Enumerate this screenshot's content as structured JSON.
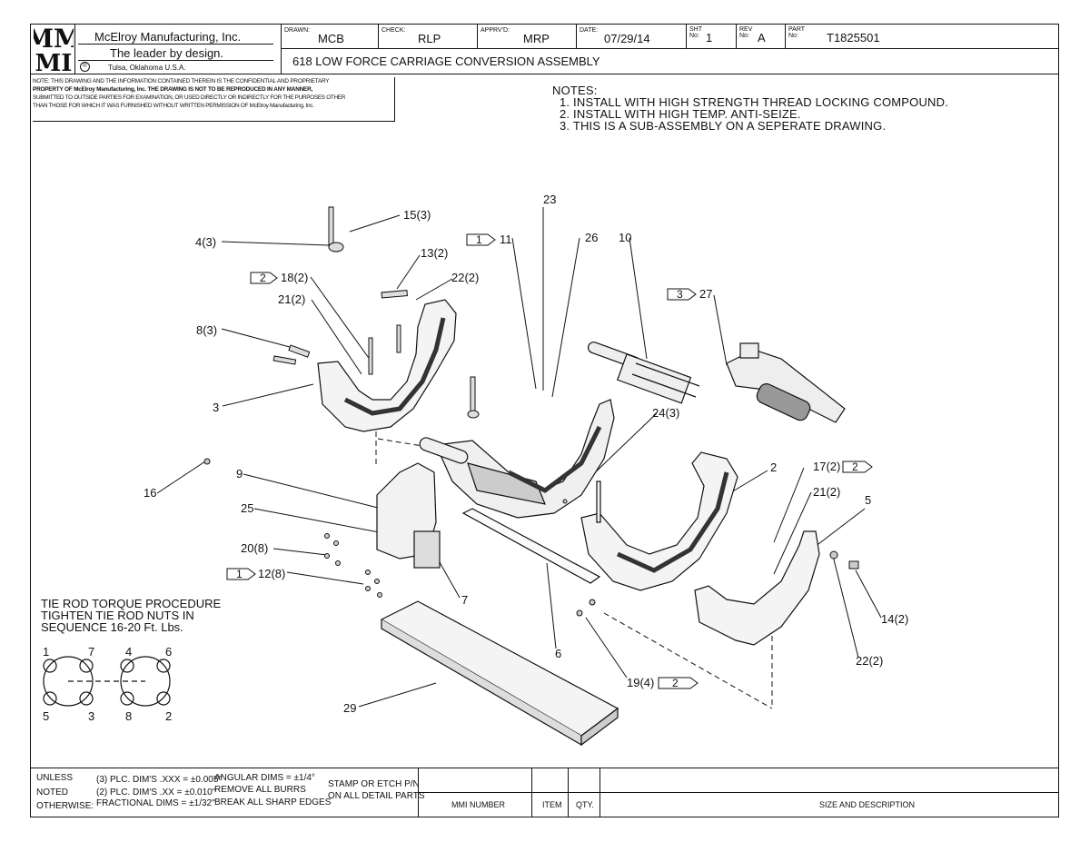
{
  "company": {
    "logo_text_top": "MM",
    "logo_text_bottom": "MI",
    "name": "McElroy Manufacturing, Inc.",
    "tagline": "The leader by design.",
    "location": "Tulsa, Oklahoma U.S.A."
  },
  "title_block": {
    "drawn_label": "DRAWN:",
    "drawn_value": "MCB",
    "check_label": "CHECK:",
    "check_value": "RLP",
    "apprvd_label": "APPRV'D:",
    "apprvd_value": "MRP",
    "date_label": "DATE:",
    "date_value": "07/29/14",
    "sht_label_1": "SHT",
    "sht_label_2": "No:",
    "sht_value": "1",
    "rev_label_1": "REV",
    "rev_label_2": "No:",
    "rev_value": "A",
    "part_label_1": "PART",
    "part_label_2": "No:",
    "part_value": "T1825501",
    "drawing_title": "618 LOW FORCE CARRIAGE CONVERSION ASSEMBLY"
  },
  "proprietary_notice": [
    "NOTE: THIS DRAWING AND THE INFORMATION CONTAINED THEREIN IS THE CONFIDENTIAL AND PROPRIETARY",
    "PROPERTY OF McElroy Manufacturing, Inc. THE DRAWING IS NOT TO BE REPRODUCED IN ANY MANNER,",
    "SUBMITTED TO OUTSIDE PARTIES FOR EXAMINATION, OR USED DIRECTLY OR INDIRECTLY FOR THE PURPOSES OTHER",
    "THAN THOSE FOR WHICH IT WAS FURNISHED WITHOUT WRITTEN PERMISSION OF McElroy Manufacturing, Inc."
  ],
  "notes": {
    "heading": "NOTES:",
    "items": [
      "1.  INSTALL WITH HIGH STRENGTH THREAD LOCKING COMPOUND.",
      "2.  INSTALL WITH HIGH TEMP. ANTI-SEIZE.",
      "3.  THIS IS A SUB-ASSEMBLY ON A SEPERATE DRAWING."
    ]
  },
  "callouts": {
    "c15": "15(3)",
    "c4": "4(3)",
    "c11": "11",
    "c23": "23",
    "c26": "26",
    "c10": "10",
    "c13": "13(2)",
    "c22a": "22(2)",
    "c18": "18(2)",
    "c21a": "21(2)",
    "c27": "27",
    "c8": "8(3)",
    "c3": "3",
    "c24": "24(3)",
    "c2": "2",
    "c17": "17(2)",
    "c21b": "21(2)",
    "c5": "5",
    "c16": "16",
    "c9": "9",
    "c25": "25",
    "c20": "20(8)",
    "c12": "12(8)",
    "c7": "7",
    "c6": "6",
    "c14": "14(2)",
    "c22b": "22(2)",
    "c19": "19(4)",
    "c29": "29"
  },
  "tags": {
    "t11": "1",
    "t18": "2",
    "t27": "3",
    "t17": "2",
    "t12": "1",
    "t19": "2"
  },
  "torque": {
    "line1": "TIE ROD TORQUE PROCEDURE",
    "line2": "TIGHTEN TIE ROD NUTS IN",
    "line3": "SEQUENCE 16-20 Ft. Lbs.",
    "n1": "1",
    "n7": "7",
    "n4": "4",
    "n6": "6",
    "n5": "5",
    "n3": "3",
    "n8": "8",
    "n2": "2"
  },
  "bottom_block": {
    "unless": "UNLESS",
    "noted": "NOTED",
    "otherwise": "OTHERWISE:",
    "tol1": "(3) PLC. DIM'S .XXX = ±0.005\"",
    "tol2": "(2) PLC. DIM'S .XX = ±0.010\"",
    "tol3": "FRACTIONAL DIMS = ±1/32\"",
    "ang1": "ANGULAR DIMS = ±1/4°",
    "ang2": "REMOVE ALL BURRS",
    "ang3": "BREAK ALL SHARP EDGES",
    "stamp1": "STAMP OR ETCH P/N",
    "stamp2": "ON ALL DETAIL PARTS",
    "col_mmi": "MMI NUMBER",
    "col_item": "ITEM",
    "col_qty": "QTY.",
    "col_size": "SIZE AND DESCRIPTION"
  }
}
